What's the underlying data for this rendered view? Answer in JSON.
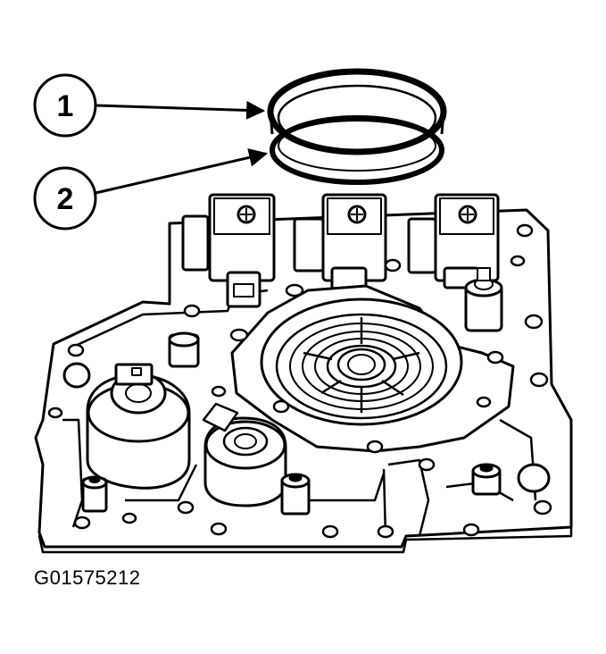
{
  "callouts": [
    {
      "number": "1"
    },
    {
      "number": "2"
    }
  ],
  "figure_code": "G01575212"
}
